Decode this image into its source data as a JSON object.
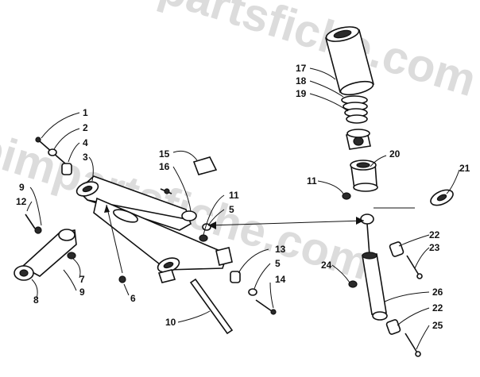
{
  "watermark": {
    "text": "bimpartsfiche.com",
    "color": "#dcdcdc"
  },
  "callouts": {
    "c1": "1",
    "c2": "2",
    "c3": "3",
    "c4": "4",
    "c5a": "5",
    "c5b": "5",
    "c6": "6",
    "c7": "7",
    "c8": "8",
    "c9a": "9",
    "c9b": "9",
    "c10": "10",
    "c11a": "11",
    "c11b": "11",
    "c12": "12",
    "c13": "13",
    "c14": "14",
    "c15": "15",
    "c16": "16",
    "c17": "17",
    "c18": "18",
    "c19": "19",
    "c20": "20",
    "c21": "21",
    "c22a": "22",
    "c22b": "22",
    "c23": "23",
    "c24": "24",
    "c25": "25",
    "c26": "26"
  }
}
